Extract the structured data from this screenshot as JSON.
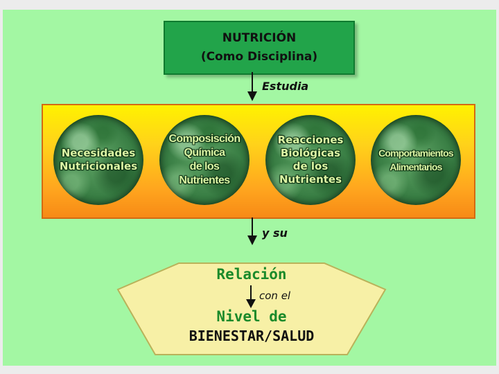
{
  "title": {
    "line1": "NUTRICIÓN",
    "line2": "(Como Disciplina)"
  },
  "connectors": {
    "estudia": "Estudia",
    "y_su": "y su",
    "con_el": "con el"
  },
  "circles": [
    {
      "label": "Necesidades\nNutricionales"
    },
    {
      "label": "Composisción\nQuímica\nde los\nNutrientes"
    },
    {
      "label": "Reacciones\nBiológicas\nde los\nNutrientes"
    },
    {
      "label": "Comportamientos\nAlimentarios"
    }
  ],
  "bottom": {
    "relacion": "Relación",
    "nivel": "Nivel de",
    "bienestar": "BIENESTAR/SALUD"
  },
  "colors": {
    "background": "#a3f7a3",
    "title_box": "#22a44a",
    "band_top": "#fff200",
    "band_bottom": "#f78a16",
    "pentagon_fill": "#f7f0a6",
    "accent_text": "#1a8a2a"
  }
}
